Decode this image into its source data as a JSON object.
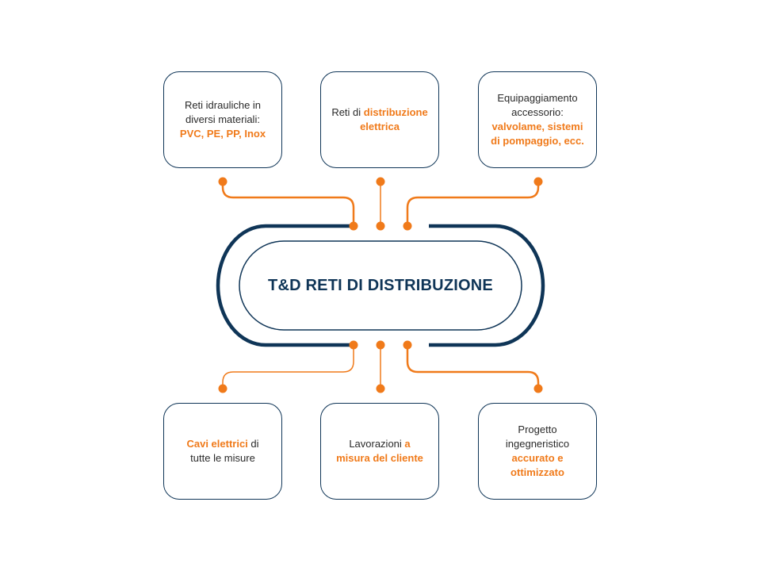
{
  "hub": {
    "title": "T&D RETI DI DISTRIBUZIONE"
  },
  "boxes": [
    {
      "line1": "Reti idrauliche in",
      "line2": "diversi materiali:",
      "line3": "PVC, PE, PP, Inox"
    },
    {
      "line1": "Reti di",
      "line1_hl": "distribuzione",
      "line2": "elettrica"
    },
    {
      "line1": "Equipaggiamento",
      "line2": "accessorio:",
      "line3": "valvolame,  sistemi",
      "line4": "di pompaggio, ecc."
    },
    {
      "line1_hl": "Cavi elettrici",
      "line1": " di",
      "line2": "tutte le misure"
    },
    {
      "line1": "Lavorazioni ",
      "line1_hl": "a",
      "line2": "misura del cliente"
    },
    {
      "line1": "Progetto",
      "line2": "ingegneristico",
      "line3": "accurato e",
      "line4": "ottimizzato"
    }
  ],
  "colors": {
    "navy": "#0f3557",
    "orange": "#f07a1a",
    "text": "#2a2a2a"
  }
}
